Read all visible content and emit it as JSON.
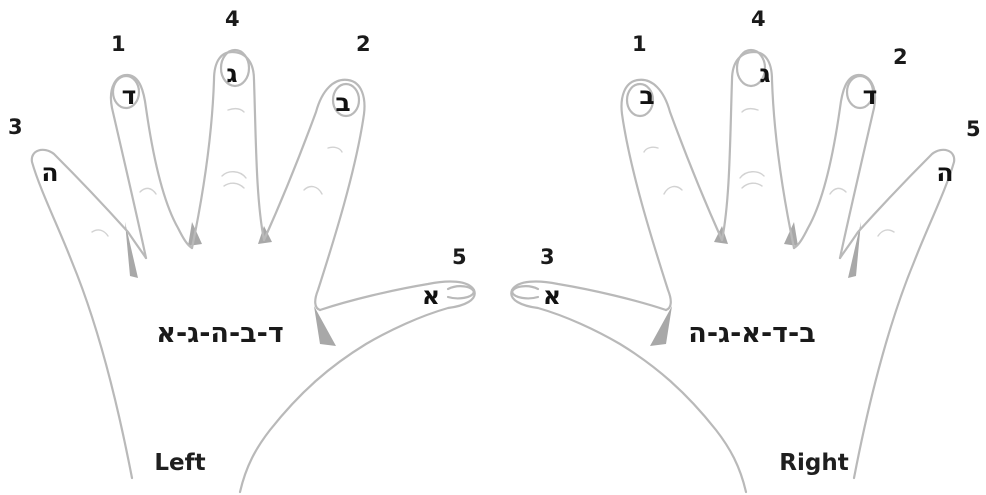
{
  "left_hand": {
    "label": "Left",
    "sequence": "ד-ב-ה-ג-א",
    "fingers": {
      "pinky": {
        "number": "3",
        "letter": "ה"
      },
      "ring": {
        "number": "1",
        "letter": "ד"
      },
      "middle": {
        "number": "4",
        "letter": "ג"
      },
      "index": {
        "number": "2",
        "letter": "ב"
      },
      "thumb": {
        "number": "5",
        "letter": "א"
      }
    }
  },
  "right_hand": {
    "label": "Right",
    "sequence": "ב-ד-א-ג-ה",
    "fingers": {
      "thumb": {
        "number": "3",
        "letter": "א"
      },
      "index": {
        "number": "1",
        "letter": "ב"
      },
      "middle": {
        "number": "4",
        "letter": "ג"
      },
      "ring": {
        "number": "2",
        "letter": "ד"
      },
      "pinky": {
        "number": "5",
        "letter": "ה"
      }
    }
  }
}
